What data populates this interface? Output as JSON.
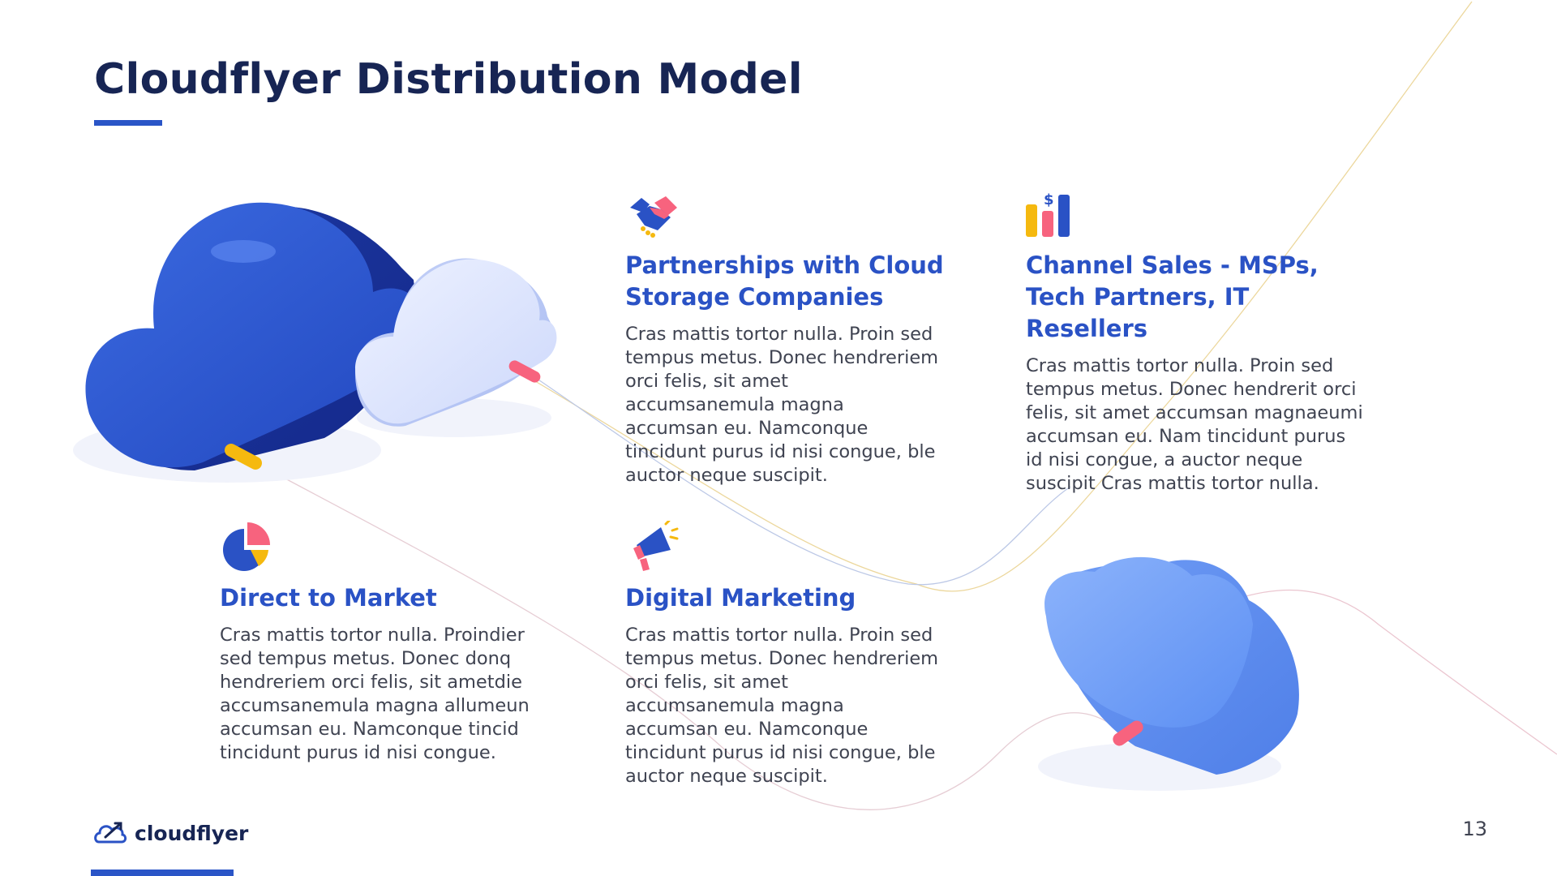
{
  "slide": {
    "title": "Cloudflyer Distribution Model",
    "page_number": "13",
    "logo_text": "cloudflyer"
  },
  "cards": [
    {
      "heading": "Partnerships with Cloud Storage Companies",
      "body": "Cras mattis tortor nulla. Proin sed tempus metus. Donec hendreriem orci felis, sit amet accumsanemula magna accumsan eu. Namconque tincidunt purus id nisi congue, ble auctor neque suscipit.",
      "icon": "handshake-icon"
    },
    {
      "heading": "Channel Sales - MSPs, Tech Partners, IT Resellers",
      "body": "Cras mattis tortor nulla. Proin sed tempus metus. Donec hendrerit orci felis, sit amet accumsan magnaeumi accumsan eu. Nam tincidunt purus id nisi congue, a auctor neque suscipit Cras mattis tortor nulla.",
      "icon": "bar-chart-dollar-icon"
    },
    {
      "heading": "Direct to Market",
      "body": "Cras mattis tortor nulla. Proindier sed tempus metus. Donec donq hendreriem orci felis, sit ametdie accumsanemula magna allumeun accumsan eu. Namconque tincid tincidunt purus id nisi congue.",
      "icon": "pie-chart-icon"
    },
    {
      "heading": "Digital Marketing",
      "body": "Cras mattis tortor nulla. Proin sed tempus metus. Donec hendreriem orci felis, sit amet accumsanemula magna accumsan eu. Namconque tincidunt purus id nisi congue, ble auctor neque suscipit.",
      "icon": "megaphone-icon"
    }
  ],
  "colors": {
    "title": "#172554",
    "accent": "#2a55c7",
    "heading": "#2a52c5",
    "body": "#3f4351",
    "pink": "#f7637e",
    "yellow": "#f5b90f"
  }
}
